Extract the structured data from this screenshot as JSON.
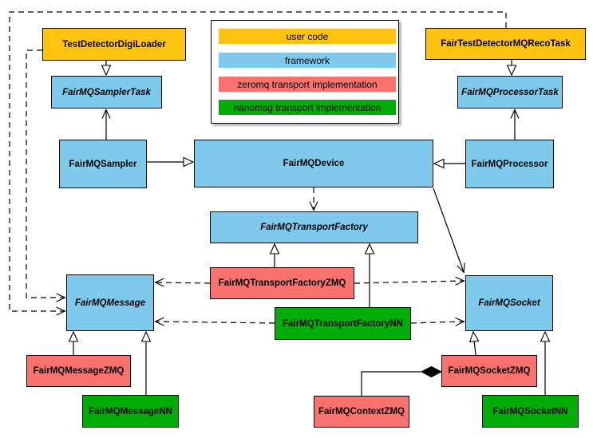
{
  "colors": {
    "user_code": "#FDC30E",
    "framework": "#7DCAEC",
    "zeromq": "#F9726E",
    "nanomsg": "#00AC06",
    "line": "#000000",
    "background": "#ffffff"
  },
  "legend": {
    "items": [
      {
        "label": "user code",
        "category": "user_code"
      },
      {
        "label": "framework",
        "category": "framework"
      },
      {
        "label": "zeromq transport implementation",
        "category": "zeromq"
      },
      {
        "label": "nanomsg transport implementation",
        "category": "nanomsg"
      }
    ]
  },
  "nodes": {
    "digi_loader": {
      "label": "TestDetectorDigiLoader",
      "category": "user_code",
      "abstract": false
    },
    "reco_task": {
      "label": "FairTestDetectorMQRecoTask",
      "category": "user_code",
      "abstract": false
    },
    "sampler_task": {
      "label": "FairMQSamplerTask",
      "category": "framework",
      "abstract": true
    },
    "processor_task": {
      "label": "FairMQProcessorTask",
      "category": "framework",
      "abstract": true
    },
    "sampler": {
      "label": "FairMQSampler",
      "category": "framework",
      "abstract": false
    },
    "device": {
      "label": "FairMQDevice",
      "category": "framework",
      "abstract": false
    },
    "processor": {
      "label": "FairMQProcessor",
      "category": "framework",
      "abstract": false
    },
    "transport_factory": {
      "label": "FairMQTransportFactory",
      "category": "framework",
      "abstract": true
    },
    "transport_factory_zmq": {
      "label": "FairMQTransportFactoryZMQ",
      "category": "zeromq",
      "abstract": false
    },
    "transport_factory_nn": {
      "label": "FairMQTransportFactoryNN",
      "category": "nanomsg",
      "abstract": false
    },
    "message": {
      "label": "FairMQMessage",
      "category": "framework",
      "abstract": true
    },
    "message_zmq": {
      "label": "FairMQMessageZMQ",
      "category": "zeromq",
      "abstract": false
    },
    "message_nn": {
      "label": "FairMQMessageNN",
      "category": "nanomsg",
      "abstract": false
    },
    "socket": {
      "label": "FairMQSocket",
      "category": "framework",
      "abstract": true
    },
    "socket_zmq": {
      "label": "FairMQSocketZMQ",
      "category": "zeromq",
      "abstract": false
    },
    "socket_nn": {
      "label": "FairMQSocketNN",
      "category": "nanomsg",
      "abstract": false
    },
    "context_zmq": {
      "label": "FairMQContextZMQ",
      "category": "zeromq",
      "abstract": false
    }
  },
  "edges": [
    {
      "from": "TestDetectorDigiLoader",
      "to": "FairMQSamplerTask",
      "type": "inheritance"
    },
    {
      "from": "FairTestDetectorMQRecoTask",
      "to": "FairMQProcessorTask",
      "type": "inheritance"
    },
    {
      "from": "FairMQSampler",
      "to": "FairMQDevice",
      "type": "inheritance"
    },
    {
      "from": "FairMQProcessor",
      "to": "FairMQDevice",
      "type": "inheritance"
    },
    {
      "from": "FairMQTransportFactoryZMQ",
      "to": "FairMQTransportFactory",
      "type": "inheritance"
    },
    {
      "from": "FairMQTransportFactoryNN",
      "to": "FairMQTransportFactory",
      "type": "inheritance"
    },
    {
      "from": "FairMQMessageZMQ",
      "to": "FairMQMessage",
      "type": "inheritance"
    },
    {
      "from": "FairMQMessageNN",
      "to": "FairMQMessage",
      "type": "inheritance"
    },
    {
      "from": "FairMQSocketZMQ",
      "to": "FairMQSocket",
      "type": "inheritance"
    },
    {
      "from": "FairMQSocketNN",
      "to": "FairMQSocket",
      "type": "inheritance"
    },
    {
      "from": "FairMQSampler",
      "to": "FairMQSamplerTask",
      "type": "association"
    },
    {
      "from": "FairMQProcessor",
      "to": "FairMQProcessorTask",
      "type": "association"
    },
    {
      "from": "FairMQDevice",
      "to": "FairMQSocket",
      "type": "association"
    },
    {
      "from": "FairMQDevice",
      "to": "FairMQTransportFactory",
      "type": "dependency"
    },
    {
      "from": "FairTestDetectorMQRecoTask",
      "to": "FairMQMessage",
      "type": "dependency"
    },
    {
      "from": "TestDetectorDigiLoader",
      "to": "FairMQMessage",
      "type": "dependency"
    },
    {
      "from": "FairMQTransportFactoryZMQ",
      "to": "FairMQMessage",
      "type": "dependency"
    },
    {
      "from": "FairMQTransportFactoryZMQ",
      "to": "FairMQSocket",
      "type": "dependency"
    },
    {
      "from": "FairMQTransportFactoryNN",
      "to": "FairMQMessage",
      "type": "dependency"
    },
    {
      "from": "FairMQTransportFactoryNN",
      "to": "FairMQSocket",
      "type": "dependency"
    },
    {
      "from": "FairMQContextZMQ",
      "to": "FairMQSocketZMQ",
      "type": "composition"
    }
  ]
}
